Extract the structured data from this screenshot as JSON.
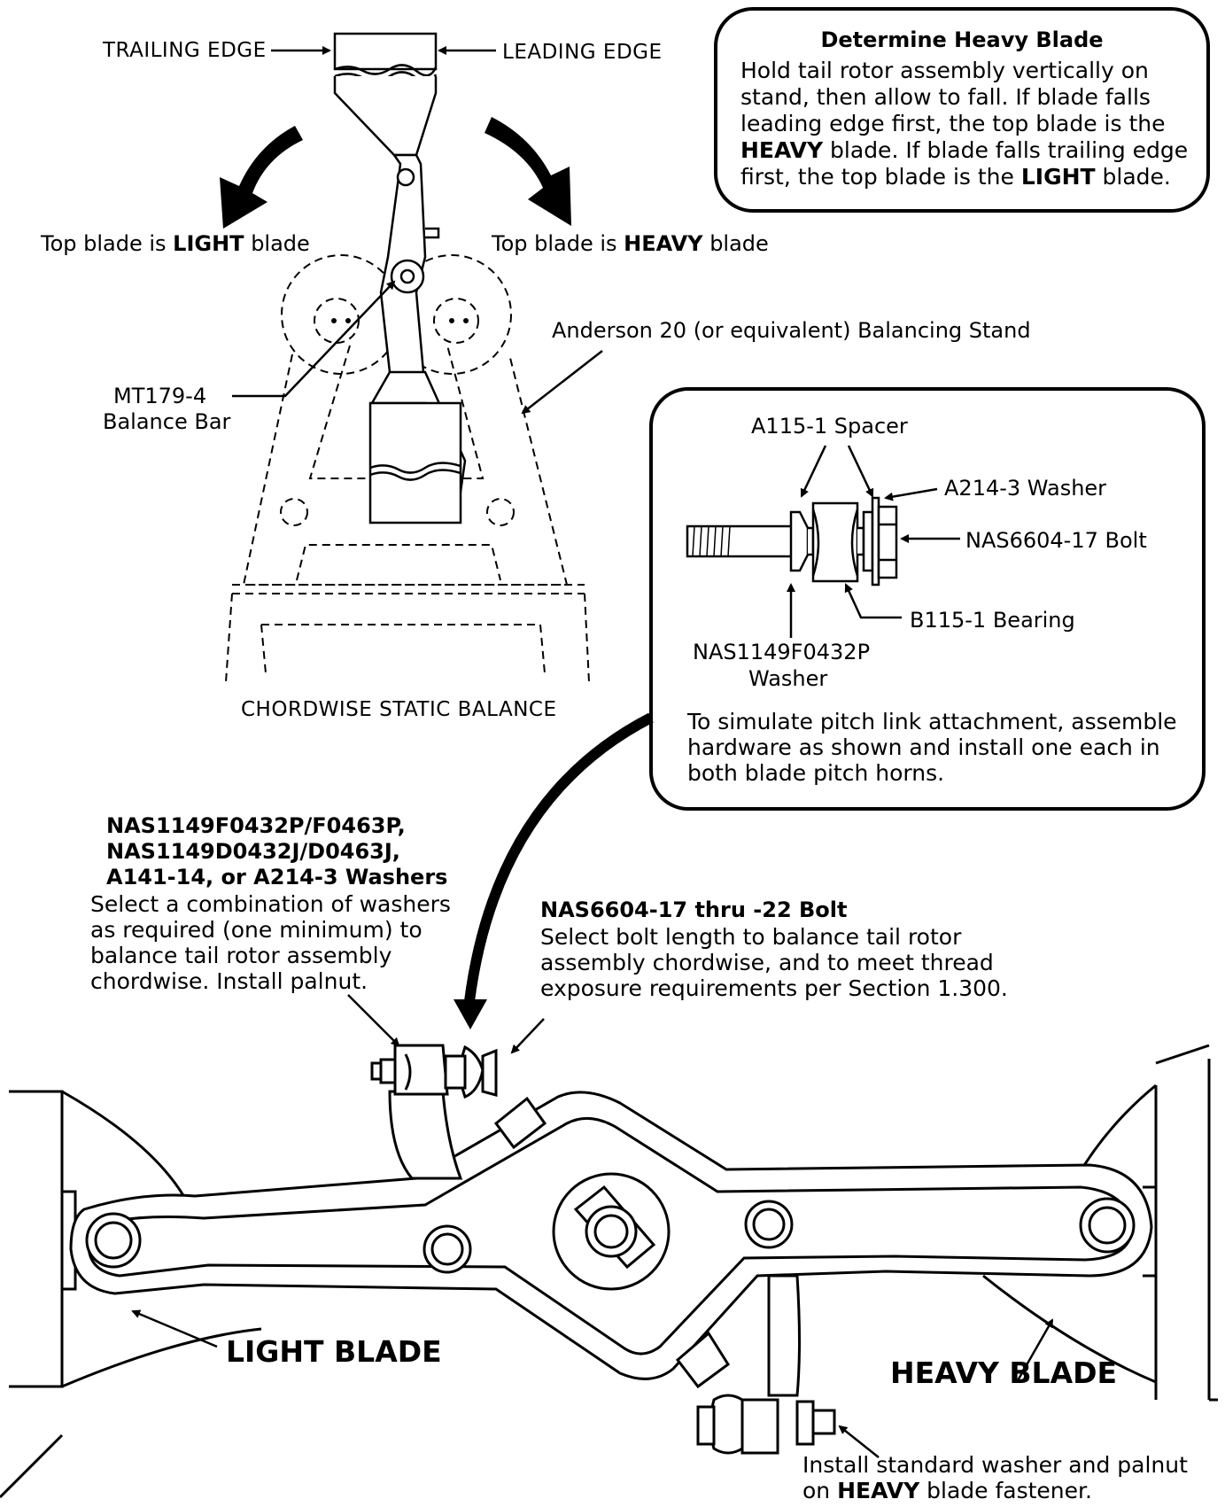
{
  "top_view": {
    "trailing_edge": "TRAILING EDGE",
    "leading_edge": "LEADING EDGE",
    "light_prefix": "Top blade is ",
    "light_word": "LIGHT",
    "light_suffix": " blade",
    "heavy_prefix": "Top blade is ",
    "heavy_word": "HEAVY",
    "heavy_suffix": " blade",
    "stand_label": "Anderson 20 (or equivalent) Balancing Stand",
    "balance_bar_line1": "MT179-4",
    "balance_bar_line2": "Balance Bar",
    "caption": "CHORDWISE STATIC BALANCE"
  },
  "heavy_box": {
    "title": "Determine Heavy Blade",
    "line1": "Hold tail rotor assembly vertically on",
    "line2": "stand, then allow to fall.  If blade falls",
    "line3": "leading edge first, the top blade is the",
    "line4_bold": "HEAVY",
    "line4_rest": " blade.  If blade falls trailing edge",
    "line5_pre": "first, the top blade is the ",
    "line5_bold": "LIGHT",
    "line5_post": " blade."
  },
  "hardware_box": {
    "spacer": "A115-1 Spacer",
    "washer_a214": "A214-3 Washer",
    "bolt": "NAS6604-17 Bolt",
    "bearing": "B115-1 Bearing",
    "nas_washer_line1": "NAS1149F0432P",
    "nas_washer_line2": "Washer",
    "note_line1": "To simulate pitch link attachment, assemble",
    "note_line2": "hardware as shown and install one each in",
    "note_line3": "both blade pitch horns."
  },
  "washers": {
    "title_line1": "NAS1149F0432P/F0463P,",
    "title_line2": "NAS1149D0432J/D0463J,",
    "title_line3": "A141-14, or A214-3 Washers",
    "line1": "Select a combination of washers",
    "line2": "as required (one minimum) to",
    "line3": "balance tail rotor assembly",
    "line4": "chordwise.  Install palnut."
  },
  "bolt_note": {
    "title": "NAS6604-17 thru -22 Bolt",
    "line1": "Select bolt length to balance tail rotor",
    "line2": "assembly chordwise, and to meet thread",
    "line3": "exposure requirements per Section 1.300."
  },
  "bottom": {
    "light_blade": "LIGHT BLADE",
    "heavy_blade": "HEAVY BLADE",
    "install_line1": "Install standard washer and palnut",
    "install_pre": "on ",
    "install_bold": "HEAVY",
    "install_post": " blade fastener."
  }
}
